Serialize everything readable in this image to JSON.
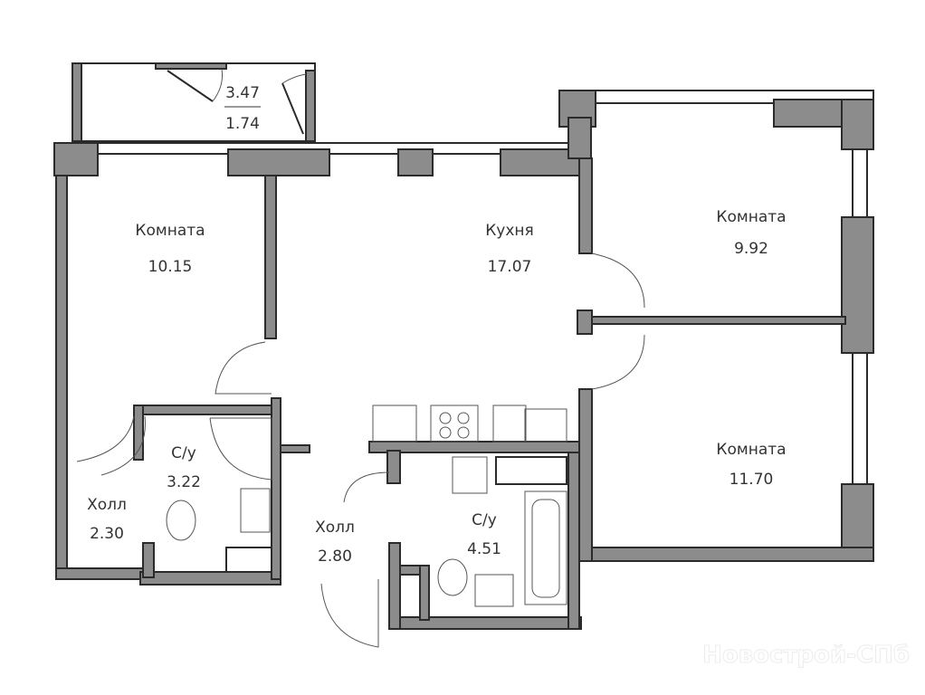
{
  "balcony": {
    "area_total": "3.47",
    "area_reduced": "1.74"
  },
  "rooms": [
    {
      "name": "Комната",
      "area": "10.15"
    },
    {
      "name": "Кухня",
      "area": "17.07"
    },
    {
      "name": "Комната",
      "area": "9.92"
    },
    {
      "name": "Комната",
      "area": "11.70"
    },
    {
      "name": "С/у",
      "area": "3.22"
    },
    {
      "name": "Холл",
      "area": "2.30"
    },
    {
      "name": "Холл",
      "area": "2.80"
    },
    {
      "name": "С/у",
      "area": "4.51"
    }
  ],
  "watermark": "Новострой-СПб",
  "colors": {
    "wall": "#8c8c8c",
    "line": "#2b2b2b"
  }
}
